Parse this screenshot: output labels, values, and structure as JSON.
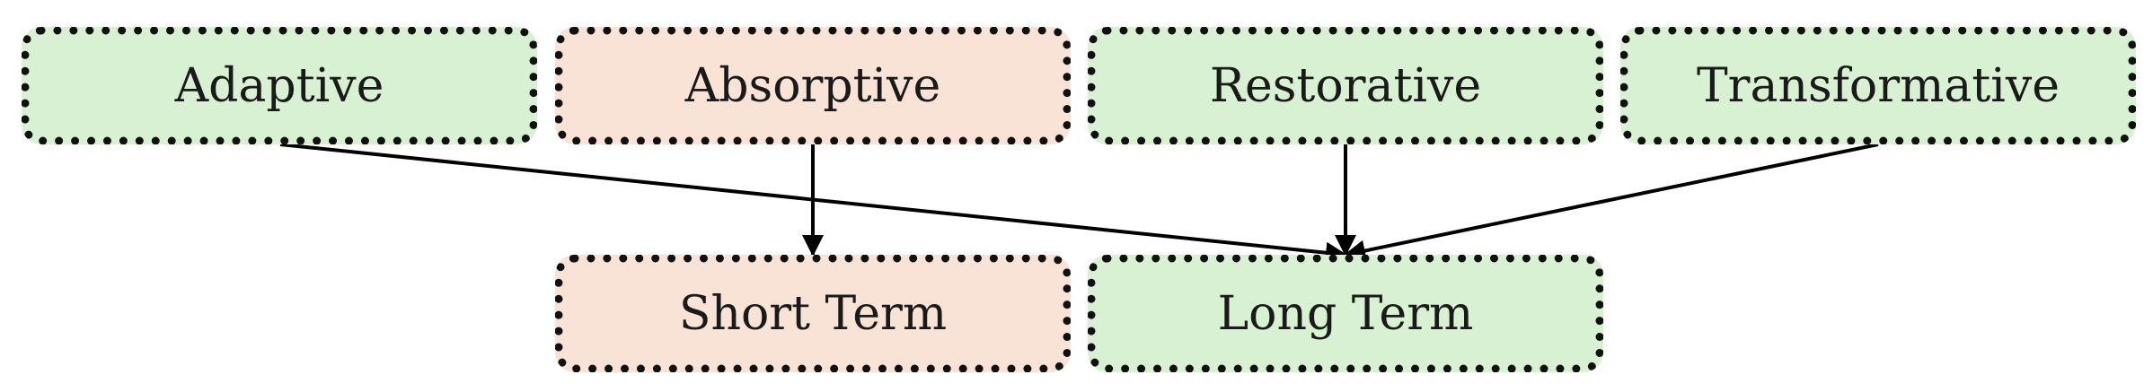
{
  "diagram": {
    "nodes": [
      {
        "id": "adaptive",
        "label": "Adaptive",
        "color": "#d8f1d2"
      },
      {
        "id": "absorptive",
        "label": "Absorptive",
        "color": "#f9e2d6"
      },
      {
        "id": "restorative",
        "label": "Restorative",
        "color": "#d8f1d2"
      },
      {
        "id": "transformative",
        "label": "Transformative",
        "color": "#d8f1d2"
      },
      {
        "id": "short_term",
        "label": "Short Term",
        "color": "#f9e2d6"
      },
      {
        "id": "long_term",
        "label": "Long Term",
        "color": "#d8f1d2"
      }
    ],
    "edges": [
      {
        "from": "adaptive",
        "to": "long_term"
      },
      {
        "from": "absorptive",
        "to": "short_term"
      },
      {
        "from": "restorative",
        "to": "long_term"
      },
      {
        "from": "transformative",
        "to": "long_term"
      }
    ]
  }
}
